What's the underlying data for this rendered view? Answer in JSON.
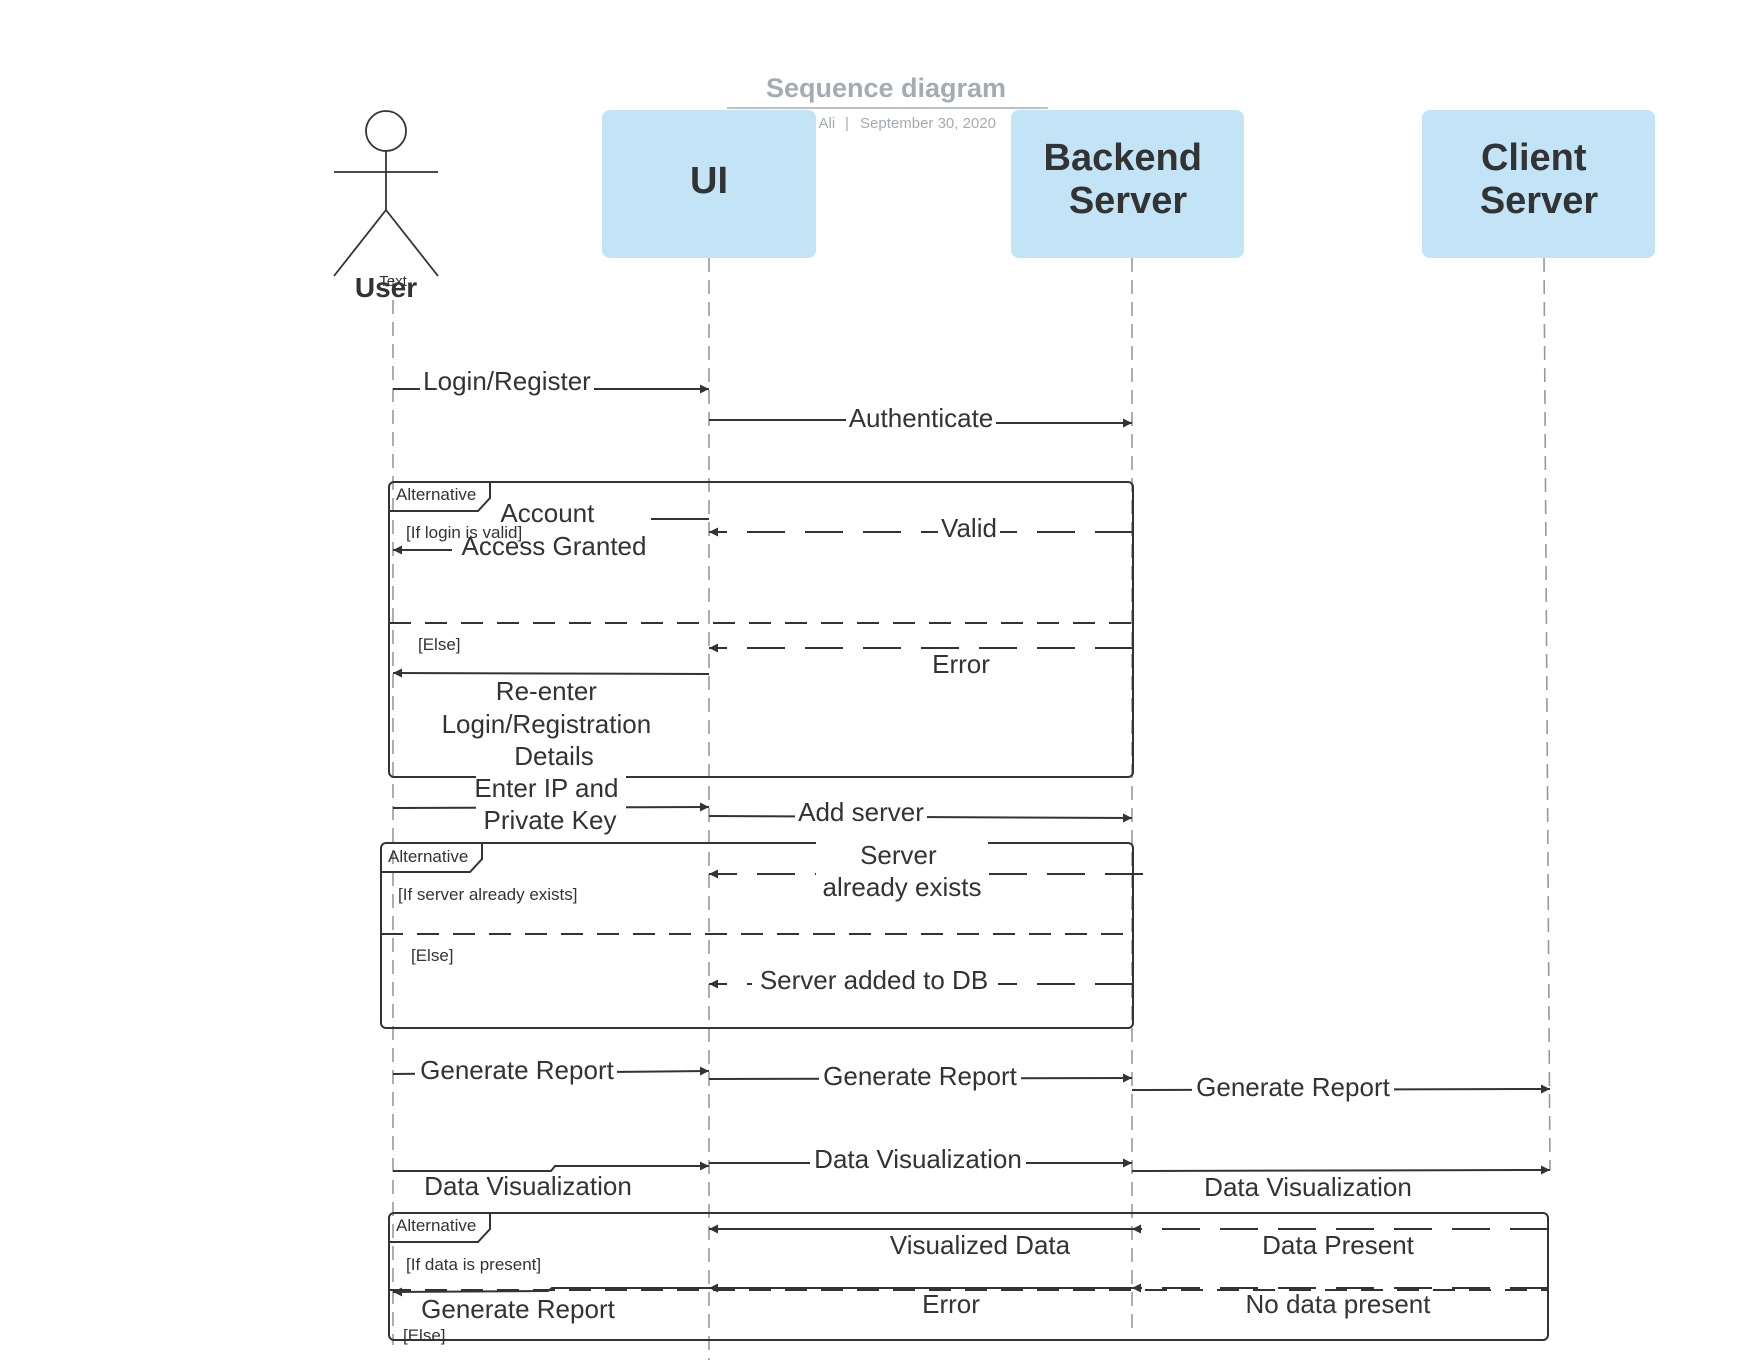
{
  "header": {
    "title": "Sequence diagram",
    "author": "Nazia Ali",
    "separator": "|",
    "date": "September 30, 2020"
  },
  "actor": {
    "label": "User",
    "overlay_text": "Text"
  },
  "participants": {
    "ui": [
      "UI"
    ],
    "backend": [
      "Backend",
      "Server"
    ],
    "client": [
      "Client",
      "Server"
    ]
  },
  "messages": {
    "login": "Login/Register",
    "authenticate": "Authenticate",
    "valid": "Valid",
    "account_granted": [
      "Account",
      "Access Granted"
    ],
    "error1": "Error",
    "reenter": [
      "Re-enter",
      "Login/Registration",
      "Details"
    ],
    "enter_ip": [
      "Enter IP and",
      "Private Key"
    ],
    "add_server": "Add server",
    "server_exists": [
      "Server",
      "already exists"
    ],
    "server_added": "Server added to DB",
    "gen_report_1": "Generate Report",
    "gen_report_2": "Generate Report",
    "gen_report_3": "Generate Report",
    "data_vis_1": "Data Visualization",
    "data_vis_2": "Data Visualization",
    "data_vis_3": "Data Visualization",
    "visualized_data": "Visualized Data",
    "data_present": "Data Present",
    "error2": "Error",
    "no_data": "No data present",
    "gen_report_back": "Generate Report"
  },
  "fragments": {
    "alt1": {
      "tag": "Alternative",
      "guard": "[If login is valid]",
      "else": "[Else]"
    },
    "alt2": {
      "tag": "Alternative",
      "guard": "[If server already exists]",
      "else": "[Else]"
    },
    "alt3": {
      "tag": "Alternative",
      "guard": "[If data is present]",
      "else": "[Else]"
    }
  }
}
